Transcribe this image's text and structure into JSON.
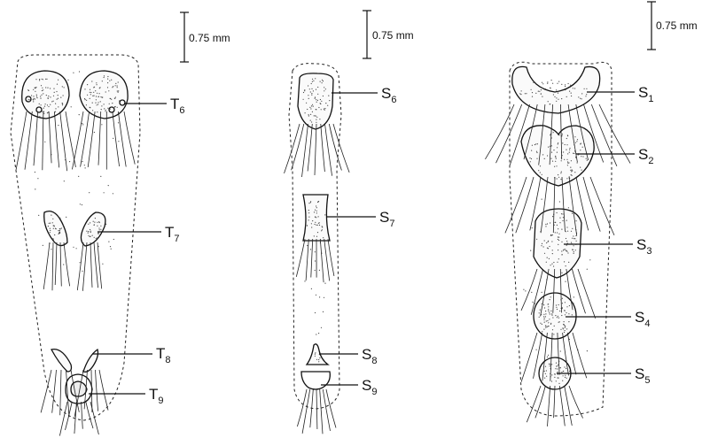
{
  "scale_bars": [
    {
      "id": "panel-1",
      "text": "0.75 mm"
    },
    {
      "id": "panel-2",
      "text": "0.75 mm"
    },
    {
      "id": "panel-3",
      "text": "0.75 mm"
    }
  ],
  "labels": {
    "t6": {
      "letter": "T",
      "sub": "6"
    },
    "t7": {
      "letter": "T",
      "sub": "7"
    },
    "t8": {
      "letter": "T",
      "sub": "8"
    },
    "t9": {
      "letter": "T",
      "sub": "9"
    },
    "s6": {
      "letter": "S",
      "sub": "6"
    },
    "s7": {
      "letter": "S",
      "sub": "7"
    },
    "s8": {
      "letter": "S",
      "sub": "8"
    },
    "s9": {
      "letter": "S",
      "sub": "9"
    },
    "s1": {
      "letter": "S",
      "sub": "1"
    },
    "s2": {
      "letter": "S",
      "sub": "2"
    },
    "s3": {
      "letter": "S",
      "sub": "3"
    },
    "s4": {
      "letter": "S",
      "sub": "4"
    },
    "s5": {
      "letter": "S",
      "sub": "5"
    }
  },
  "colors": {
    "ink": "#111111",
    "paper": "#ffffff"
  }
}
